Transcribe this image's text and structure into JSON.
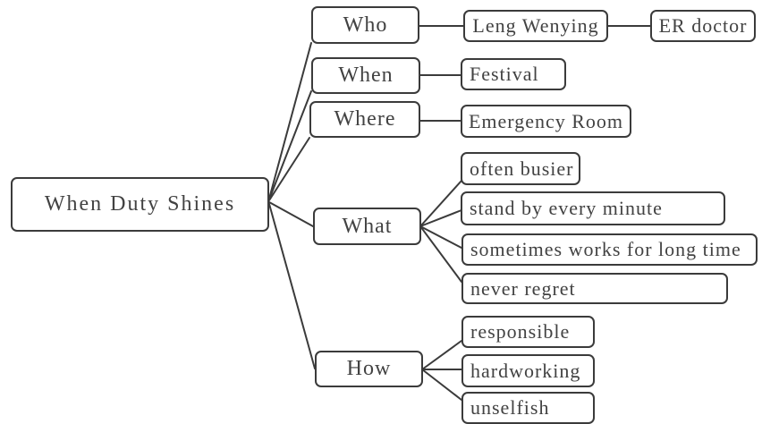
{
  "diagram": {
    "type": "mindmap",
    "background_color": "#ffffff",
    "line_color": "#3b3b3b",
    "text_color": "#424242",
    "root": {
      "label": "When Duty Shines"
    },
    "branches": [
      {
        "label": "Who",
        "children": [
          {
            "label": "Leng Wenying",
            "children": [
              {
                "label": "ER doctor"
              }
            ]
          }
        ]
      },
      {
        "label": "When",
        "children": [
          {
            "label": "Festival"
          }
        ]
      },
      {
        "label": "Where",
        "children": [
          {
            "label": "Emergency Room"
          }
        ]
      },
      {
        "label": "What",
        "children": [
          {
            "label": "often busier"
          },
          {
            "label": "stand by every minute"
          },
          {
            "label": "sometimes works for long time"
          },
          {
            "label": "never regret"
          }
        ]
      },
      {
        "label": "How",
        "children": [
          {
            "label": "responsible"
          },
          {
            "label": "hardworking"
          },
          {
            "label": "unselfish"
          }
        ]
      }
    ]
  }
}
